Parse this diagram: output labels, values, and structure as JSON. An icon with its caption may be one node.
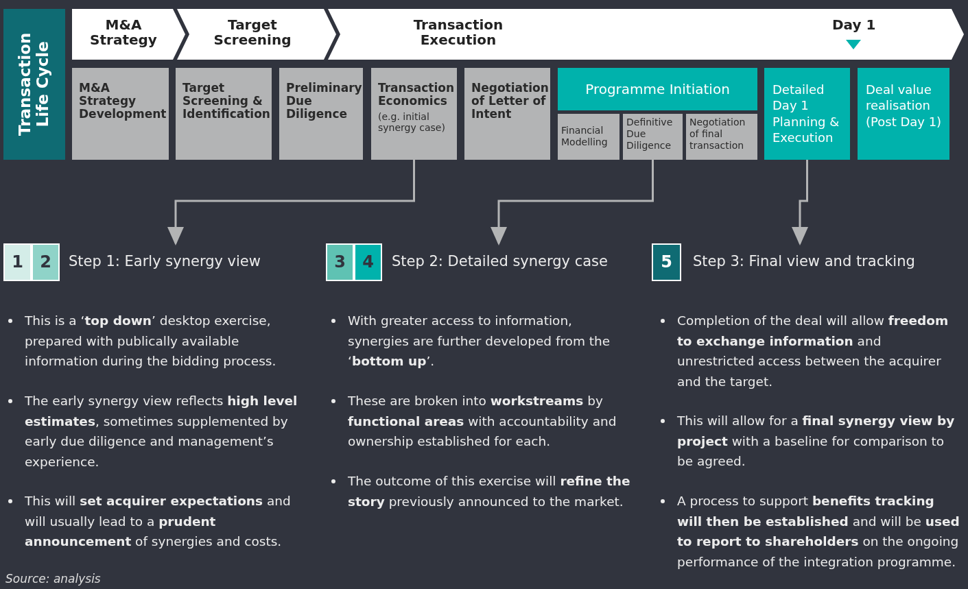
{
  "diagram": {
    "caption": "Source: analysis",
    "nodes": [
      {
        "text": [
          "Transaction Life Cycle"
        ]
      },
      {
        "text": [
          "M&A Strategy"
        ]
      },
      {
        "text": [
          "Target Screening"
        ]
      },
      {
        "text": [
          "Transaction Execution",
          "Day 1"
        ]
      },
      {
        "text": [
          "M&A Strategy Development"
        ]
      },
      {
        "text": [
          "Target Screening & Identification"
        ]
      },
      {
        "text": [
          "Preliminary Due Diligence"
        ]
      },
      {
        "text": [
          "Transaction Economics",
          "(e.g. initial synergy case)"
        ]
      },
      {
        "text": [
          "Negotiation of Letter of Intent"
        ]
      },
      {
        "text": [
          "Programme Initiation"
        ]
      },
      {
        "text": [
          "Financial Modelling"
        ]
      },
      {
        "text": [
          "Definitive Due Diligence"
        ]
      },
      {
        "text": [
          "Negotiation of final transaction"
        ]
      },
      {
        "text": [
          "Detailed Day 1 Planning & Execution"
        ]
      },
      {
        "text": [
          "Deal value realisation (Post Day 1)"
        ]
      },
      {
        "text": [
          "1"
        ]
      },
      {
        "text": [
          "2"
        ]
      },
      {
        "text": [
          "Step 1: Early synergy view"
        ]
      },
      {
        "text": [
          "3"
        ]
      },
      {
        "text": [
          "4"
        ]
      },
      {
        "text": [
          "Step 2: Detailed synergy case"
        ]
      },
      {
        "text": [
          "5"
        ]
      },
      {
        "text": [
          "Step 3: Final view and tracking"
        ]
      }
    ],
    "edges": [
      {
        "from": 7,
        "to": 17,
        "arrow": "to"
      },
      {
        "from": 11,
        "to": 20,
        "arrow": "to"
      },
      {
        "from": 13,
        "to": 22,
        "arrow": "to"
      }
    ],
    "labels": [
      "This is a ‘**top down**’ desktop exercise, prepared with publically available information during the bidding process.",
      "The early synergy view reflects **high level estimates**, sometimes supplemented by early due diligence and management’s experience.",
      "This will **set acquirer expectations** and will usually lead to a **prudent announcement** of synergies and costs.",
      "With greater access to information, synergies are further developed from the ‘**bottom up**’.",
      "These are broken into **workstreams** by **functional areas** with accountability and ownership established for each.",
      "The outcome of this exercise will **refine the story** previously announced to the market.",
      "Completion of the deal will allow **freedom to exchange information** and unrestricted access between the acquirer and the target.",
      "This will allow for a **final synergy view by project** with a baseline for comparison to be agreed.",
      "A process to support **benefits tracking will then be established** and will be **used to report to shareholders** on the ongoing performance of the integration programme."
    ]
  }
}
